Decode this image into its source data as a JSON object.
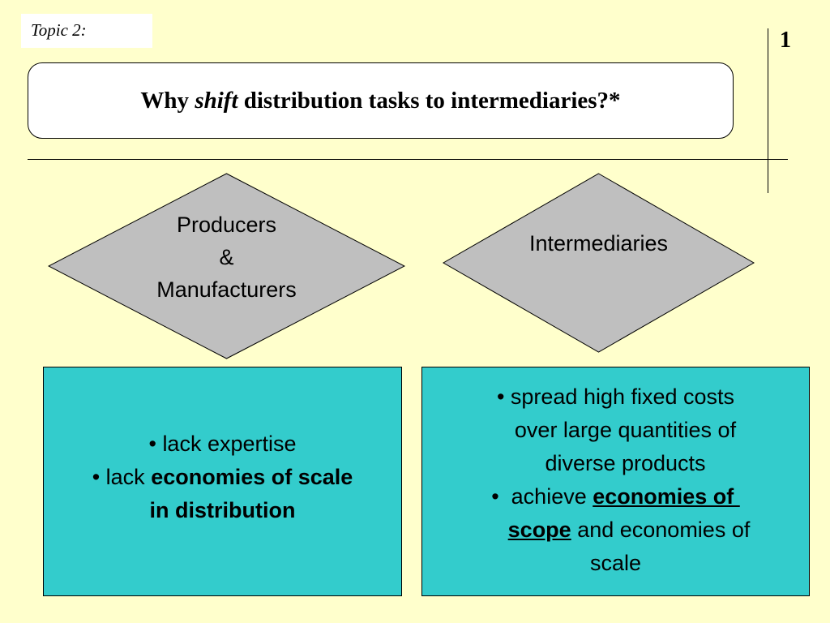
{
  "header": {
    "topic_label": "Topic 2:",
    "page_number": "1",
    "title": {
      "prefix": "Why",
      "emphasis": "shift",
      "suffix": "distribution tasks to intermediaries?*"
    }
  },
  "diagram": {
    "left_diamond": {
      "lines": [
        "Producers",
        "&",
        "Manufacturers"
      ]
    },
    "right_diamond": {
      "label": "Intermediaries"
    },
    "left_box": {
      "line1": "• lack expertise",
      "line2_prefix": "• lack ",
      "line2_bold": "economies of scale",
      "line3_bold": "in distribution"
    },
    "right_box": {
      "line1": "• spread high fixed costs",
      "line2": "over large quantities of",
      "line3": "diverse products",
      "line4_prefix": "•  achieve ",
      "line4_link": "economies of ",
      "line5_link": "scope",
      "line5_suffix": " and economies of",
      "line6": "scale"
    }
  },
  "colors": {
    "background": "#ffffcc",
    "diamond_fill": "#bfbfbf",
    "box_fill": "#33cccc"
  }
}
